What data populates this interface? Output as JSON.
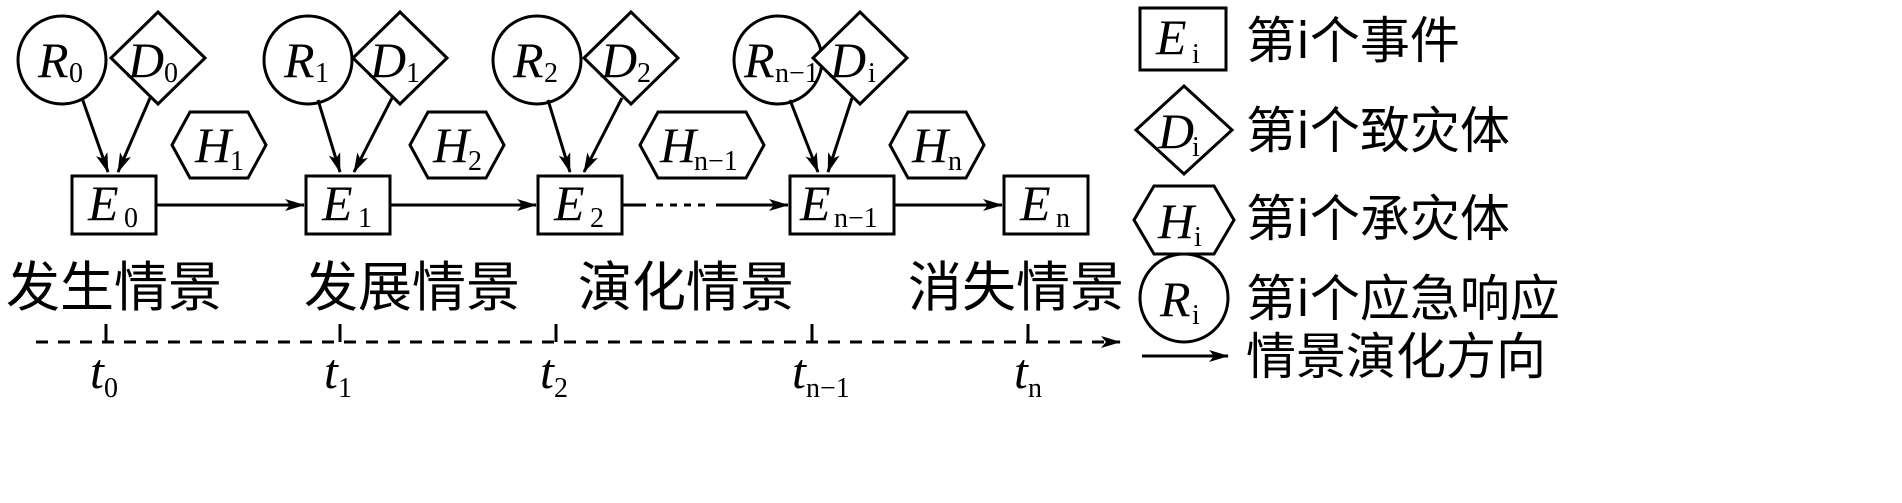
{
  "sequence": [
    {
      "R": "R",
      "R_sub": "0",
      "D": "D",
      "D_sub": "0",
      "E": "E",
      "E_sub": "0",
      "t": "t",
      "t_sub": "0"
    },
    {
      "R": "R",
      "R_sub": "1",
      "D": "D",
      "D_sub": "1",
      "E": "E",
      "E_sub": "1",
      "t": "t",
      "t_sub": "1"
    },
    {
      "R": "R",
      "R_sub": "2",
      "D": "D",
      "D_sub": "2",
      "E": "E",
      "E_sub": "2",
      "t": "t",
      "t_sub": "2"
    },
    {
      "R": "R",
      "R_sub": "n−1",
      "D": "D",
      "D_sub": "i",
      "E": "E",
      "E_sub": "n−1",
      "t": "t",
      "t_sub": "n−1"
    },
    {
      "E": "E",
      "E_sub": "n",
      "t": "t",
      "t_sub": "n"
    }
  ],
  "hazards": [
    {
      "H": "H",
      "H_sub": "1"
    },
    {
      "H": "H",
      "H_sub": "2"
    },
    {
      "H": "H",
      "H_sub": "n−1"
    },
    {
      "H": "H",
      "H_sub": "n"
    }
  ],
  "stages": [
    "发生情景",
    "发展情景",
    "演化情景",
    "消失情景"
  ],
  "legend": {
    "event": {
      "symbol": "E",
      "sub": "i",
      "label": "第i个事件"
    },
    "disaster": {
      "symbol": "D",
      "sub": "i",
      "label": "第i个致灾体"
    },
    "carrier": {
      "symbol": "H",
      "sub": "i",
      "label": "第i个承灾体"
    },
    "response": {
      "symbol": "R",
      "sub": "i",
      "label": "第i个应急响应"
    },
    "direction": {
      "label": "情景演化方向"
    }
  }
}
